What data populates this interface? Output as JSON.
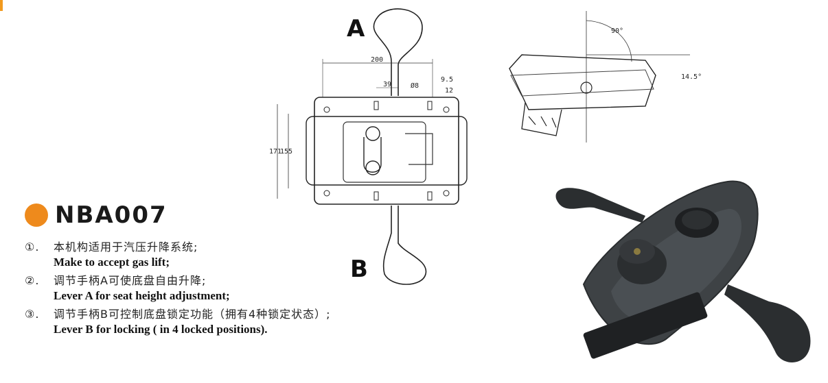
{
  "product": {
    "code": "NBA007"
  },
  "features": [
    {
      "num": "①.",
      "zh": "本机构适用于汽压升降系统;",
      "en": "Make to accept gas lift;"
    },
    {
      "num": "②.",
      "zh": "调节手柄A可使底盘自由升降;",
      "en": "Lever A for seat height adjustment;"
    },
    {
      "num": "③.",
      "zh": "调节手柄B可控制底盘锁定功能（拥有4种锁定状态）;",
      "en": "Lever B for locking ( in 4 locked positions)."
    }
  ],
  "drawing": {
    "lever_a_label": "A",
    "lever_b_label": "B",
    "dims": {
      "width": "200",
      "d39": "39",
      "d8": "Ø8",
      "d95": "9.5",
      "d12": "12",
      "d171": "171",
      "d155": "155"
    },
    "side_view": {
      "angle_top": "90°",
      "angle_side": "14.5°"
    }
  },
  "colors": {
    "accent": "#ee8a1c",
    "corner": "#f29a1f"
  }
}
